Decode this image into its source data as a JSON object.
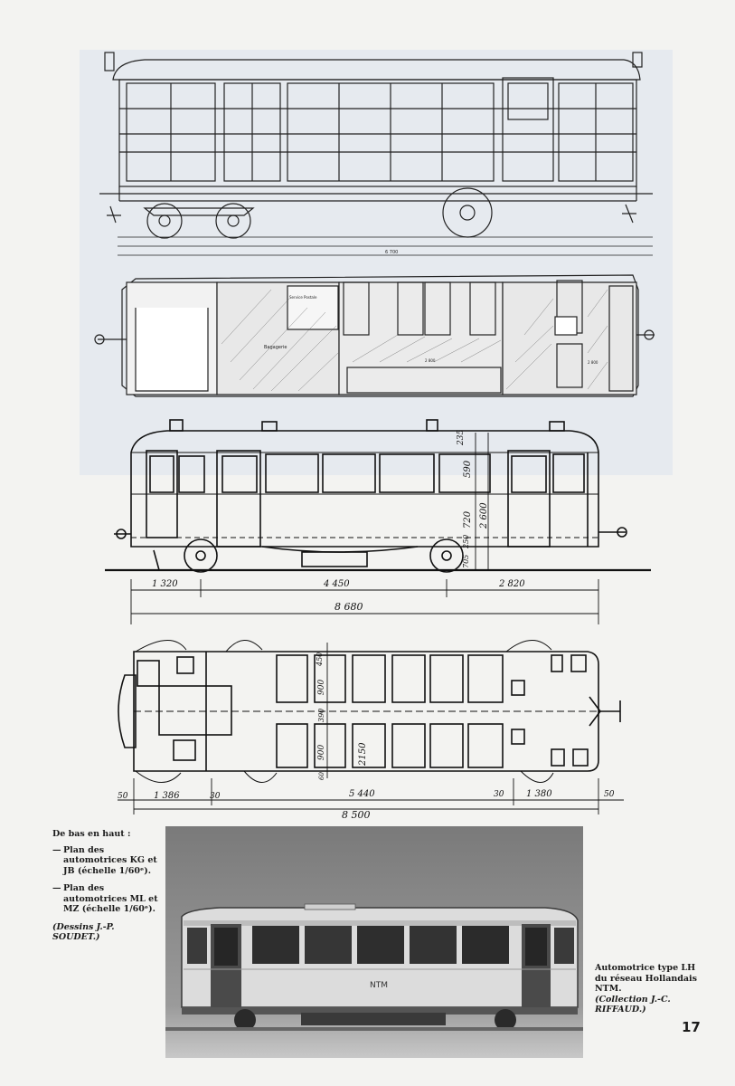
{
  "drawings": {
    "top_length_label": "6 700",
    "plan_labels": [
      "Bagagerie",
      "Service Postale",
      "2 800",
      "2 800"
    ],
    "side_dims": {
      "d1320": "1 320",
      "d4450": "4 450",
      "d2820": "2 820",
      "total": "8 680",
      "h235": "235",
      "h590": "590",
      "h720": "720",
      "h2600": "2 600",
      "h250": "250",
      "h705": "705"
    },
    "floor_dims": {
      "d50a": "50",
      "d1386": "1 386",
      "d30a": "30",
      "d5440": "5 440",
      "d30b": "30",
      "d1380": "1 380",
      "d50b": "50",
      "total": "8 500",
      "w450": "450",
      "w900a": "900",
      "w390": "390",
      "w900b": "900",
      "w2150": "2150",
      "w60": "60"
    }
  },
  "caption_left": {
    "heading": "De bas en haut :",
    "item1": "Plan des automotrices KG et JB (échelle 1/60ᵉ).",
    "item2": "Plan des automotrices ML et MZ (échelle 1/60ᵉ).",
    "credit": "(Dessins J.-P. SOUDET.)"
  },
  "photo": {
    "car_lettering": "NTM"
  },
  "caption_right": {
    "text": "Automotrice type LH du réseau Hollandais NTM.",
    "credit": "(Collection J.-C. RIFFAUD.)"
  },
  "page_number": "17"
}
